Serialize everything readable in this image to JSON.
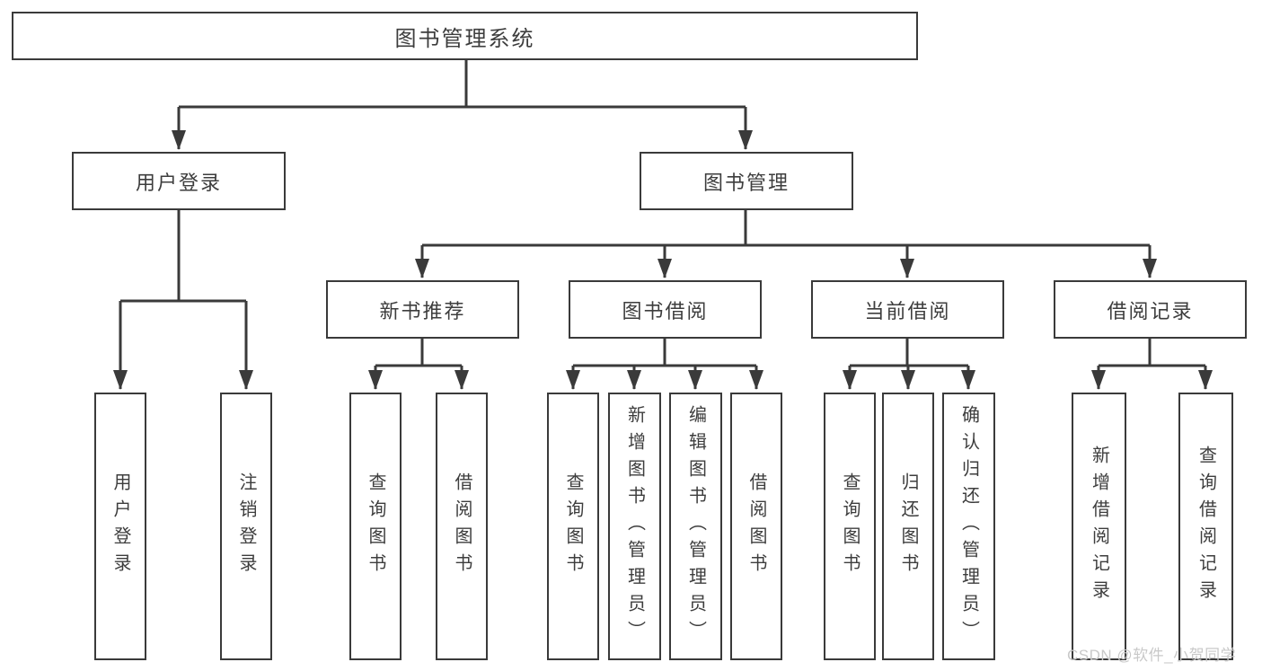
{
  "diagram": {
    "root": {
      "label": "图书管理系统"
    },
    "level2": [
      {
        "label": "用户登录"
      },
      {
        "label": "图书管理"
      }
    ],
    "level3": [
      {
        "label": "新书推荐"
      },
      {
        "label": "图书借阅"
      },
      {
        "label": "当前借阅"
      },
      {
        "label": "借阅记录"
      }
    ],
    "leaves": [
      {
        "group": "用户登录",
        "label": "用户登录"
      },
      {
        "group": "用户登录",
        "label": "注销登录"
      },
      {
        "group": "新书推荐",
        "label": "查询图书"
      },
      {
        "group": "新书推荐",
        "label": "借阅图书"
      },
      {
        "group": "图书借阅",
        "label": "查询图书"
      },
      {
        "group": "图书借阅",
        "label": "新增图书（管理员）"
      },
      {
        "group": "图书借阅",
        "label": "编辑图书（管理员）"
      },
      {
        "group": "图书借阅",
        "label": "借阅图书"
      },
      {
        "group": "当前借阅",
        "label": "查询图书"
      },
      {
        "group": "当前借阅",
        "label": "归还图书"
      },
      {
        "group": "当前借阅",
        "label": "确认归还（管理员）"
      },
      {
        "group": "借阅记录",
        "label": "新增借阅记录"
      },
      {
        "group": "借阅记录",
        "label": "查询借阅记录"
      }
    ],
    "watermark": "CSDN @软件_小贺同学",
    "colors": {
      "line": "#3a3a3a",
      "text": "#3d3d3d",
      "watermark": "#c9c9c9",
      "background": "#ffffff"
    }
  }
}
